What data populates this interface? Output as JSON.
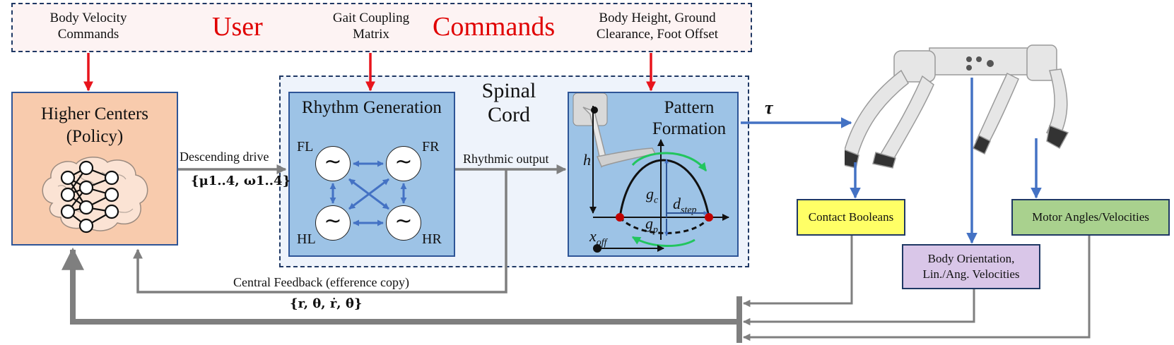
{
  "commands": {
    "body_velocity": "Body Velocity Commands",
    "gait_coupling": "Gait Coupling Matrix",
    "body_height": "Body Height, Ground Clearance, Foot Offset",
    "word_user": "User",
    "word_commands": "Commands"
  },
  "higher_centers": {
    "title": "Higher Centers (Policy)"
  },
  "spinal_cord": {
    "title": "Spinal Cord"
  },
  "rhythm": {
    "title": "Rhythm Generation",
    "legs": [
      "FL",
      "FR",
      "HL",
      "HR"
    ],
    "osc_glyph": "~"
  },
  "pattern": {
    "title": "Pattern Formation",
    "h": "h",
    "gc": "g",
    "gc_sub": "c",
    "gp": "g",
    "gp_sub": "p",
    "dstep": "d",
    "dstep_sub": "step",
    "xoff": "x",
    "xoff_sub": "off"
  },
  "signals": {
    "descending": "Descending drive",
    "descending_math": "{μ1..4, ω1..4}",
    "rhythmic": "Rhythmic output",
    "central_feedback": "Central Feedback (efference copy)",
    "central_math": "{r, θ, ṙ, θ̇}",
    "tau": "τ"
  },
  "sensors": {
    "contact": "Contact Booleans",
    "motor": "Motor Angles/Velocities",
    "orientation": "Body Orientation, Lin./Ang. Velocities"
  },
  "colors": {
    "red_arrow": "#e8141c",
    "blue_arrow": "#4472c4",
    "gray_arrow": "#7f7f7f",
    "higher_fill": "#f8cbad",
    "rhythm_fill": "#9dc3e6",
    "contact_fill": "#ffff66",
    "motor_fill": "#a9d18e",
    "orient_fill": "#d9c6e8"
  }
}
